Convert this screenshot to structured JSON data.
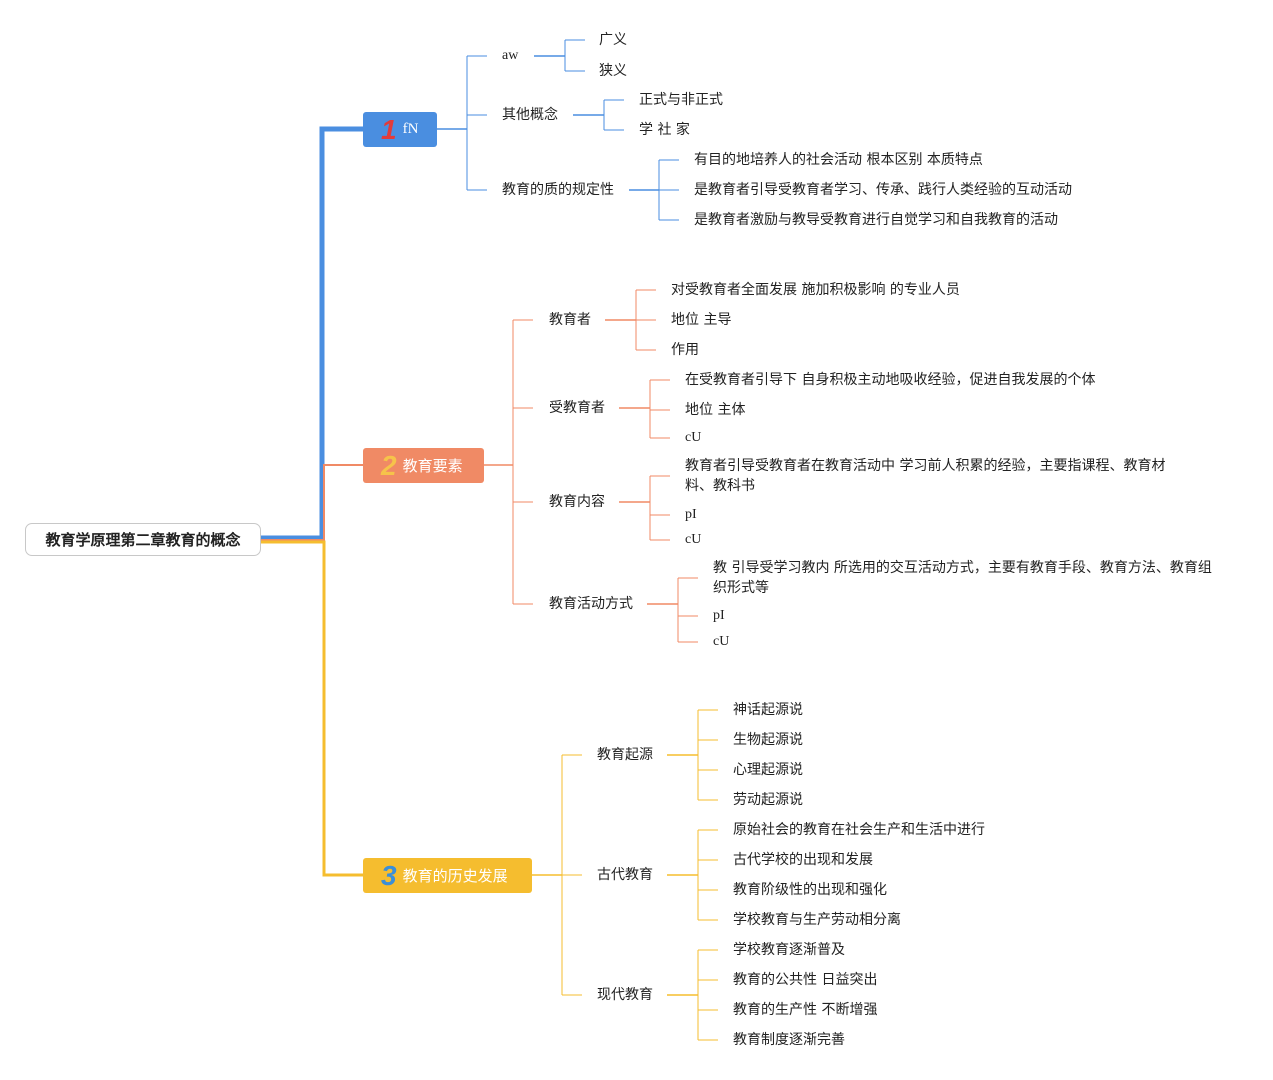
{
  "colors": {
    "branch1": "#4a8ee0",
    "branch2": "#f08a65",
    "branch3": "#f5bd2f"
  },
  "root": {
    "title": "教育学原理第二章教育的概念"
  },
  "branches": [
    {
      "number": "1",
      "label": "fN",
      "children": [
        {
          "label": "aw",
          "children": [
            "广义",
            "狭义"
          ]
        },
        {
          "label": "其他概念",
          "children": [
            "正式与非正式",
            "学 社 家"
          ]
        },
        {
          "label": "教育的质的规定性",
          "children": [
            "有目的地培养人的社会活动 根本区别 本质特点",
            "是教育者引导受教育者学习、传承、践行人类经验的互动活动",
            "是教育者激励与教导受教育进行自觉学习和自我教育的活动"
          ]
        }
      ]
    },
    {
      "number": "2",
      "label": "教育要素",
      "children": [
        {
          "label": "教育者",
          "children": [
            "对受教育者全面发展 施加积极影响 的专业人员",
            "地位 主导",
            "作用"
          ]
        },
        {
          "label": "受教育者",
          "children": [
            "在受教育者引导下 自身积极主动地吸收经验，促进自我发展的个体",
            "地位 主体",
            "cU"
          ]
        },
        {
          "label": "教育内容",
          "children": [
            "教育者引导受教育者在教育活动中 学习前人积累的经验，主要指课程、教育材料、教科书",
            "pI",
            "cU"
          ]
        },
        {
          "label": "教育活动方式",
          "children": [
            "教 引导受学习教内 所选用的交互活动方式，主要有教育手段、教育方法、教育组织形式等",
            "pI",
            "cU"
          ]
        }
      ]
    },
    {
      "number": "3",
      "label": "教育的历史发展",
      "children": [
        {
          "label": "教育起源",
          "children": [
            "神话起源说",
            "生物起源说",
            "心理起源说",
            "劳动起源说"
          ]
        },
        {
          "label": "古代教育",
          "children": [
            "原始社会的教育在社会生产和生活中进行",
            "古代学校的出现和发展",
            "教育阶级性的出现和强化",
            "学校教育与生产劳动相分离"
          ]
        },
        {
          "label": "现代教育",
          "children": [
            "学校教育逐渐普及",
            "教育的公共性 日益突出",
            "教育的生产性 不断增强",
            "教育制度逐渐完善"
          ]
        }
      ]
    }
  ]
}
